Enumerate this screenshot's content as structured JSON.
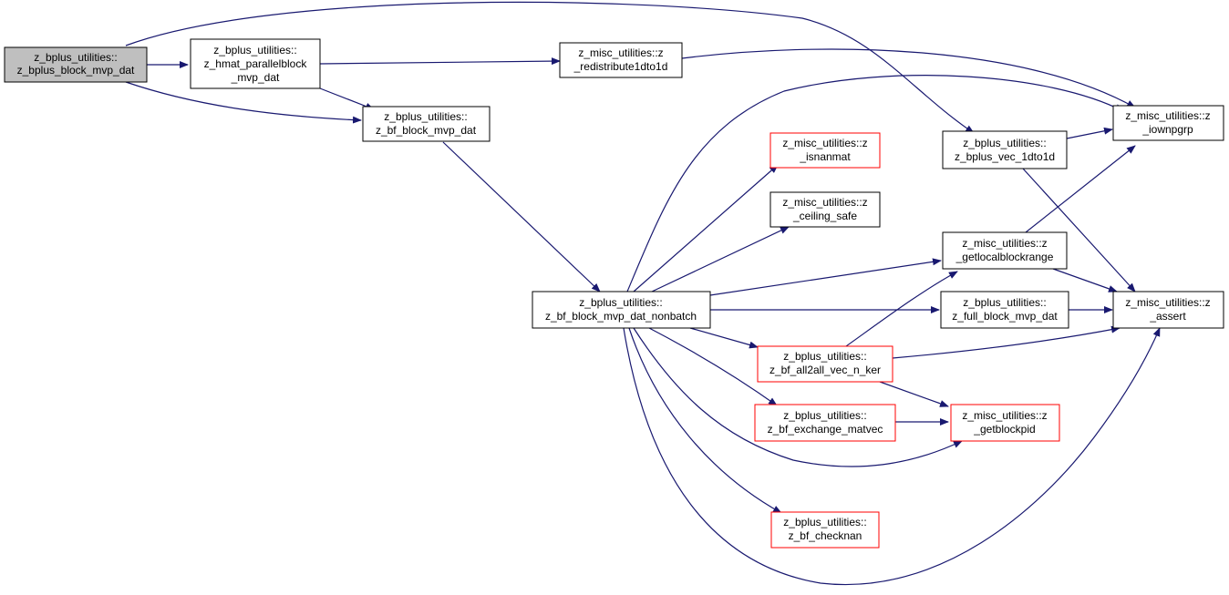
{
  "colors": {
    "edge": "#191970",
    "node_border": "#000000",
    "node_border_undocumented": "#ff0000",
    "node_fill": "#ffffff",
    "node_fill_root": "#bfbfbf"
  },
  "nodes": {
    "root": {
      "line1": "z_bplus_utilities::",
      "line2": "z_bplus_block_mvp_dat",
      "style": "root"
    },
    "hmat_parallel": {
      "line1": "z_bplus_utilities::",
      "line2": "z_hmat_parallelblock",
      "line3": "_mvp_dat",
      "style": "normal"
    },
    "redistribute": {
      "line1": "z_misc_utilities::z",
      "line2": "_redistribute1dto1d",
      "style": "normal"
    },
    "bf_block": {
      "line1": "z_bplus_utilities::",
      "line2": "z_bf_block_mvp_dat",
      "style": "normal"
    },
    "nonbatch": {
      "line1": "z_bplus_utilities::",
      "line2": "z_bf_block_mvp_dat_nonbatch",
      "style": "normal"
    },
    "isnanmat": {
      "line1": "z_misc_utilities::z",
      "line2": "_isnanmat",
      "style": "red"
    },
    "ceiling": {
      "line1": "z_misc_utilities::z",
      "line2": "_ceiling_safe",
      "style": "normal"
    },
    "vec1dto1d": {
      "line1": "z_bplus_utilities::",
      "line2": "z_bplus_vec_1dto1d",
      "style": "normal"
    },
    "iownpgrp": {
      "line1": "z_misc_utilities::z",
      "line2": "_iownpgrp",
      "style": "normal"
    },
    "getlocal": {
      "line1": "z_misc_utilities::z",
      "line2": "_getlocalblockrange",
      "style": "normal"
    },
    "full_block": {
      "line1": "z_bplus_utilities::",
      "line2": "z_full_block_mvp_dat",
      "style": "normal"
    },
    "assert": {
      "line1": "z_misc_utilities::z",
      "line2": "_assert",
      "style": "normal"
    },
    "all2all": {
      "line1": "z_bplus_utilities::",
      "line2": "z_bf_all2all_vec_n_ker",
      "style": "red"
    },
    "exchange": {
      "line1": "z_bplus_utilities::",
      "line2": "z_bf_exchange_matvec",
      "style": "red"
    },
    "getblockpid": {
      "line1": "z_misc_utilities::z",
      "line2": "_getblockpid",
      "style": "red"
    },
    "checknan": {
      "line1": "z_bplus_utilities::",
      "line2": "z_bf_checknan",
      "style": "red"
    }
  },
  "edges": [
    [
      "root",
      "hmat_parallel"
    ],
    [
      "root",
      "bf_block"
    ],
    [
      "root",
      "vec1dto1d"
    ],
    [
      "hmat_parallel",
      "redistribute"
    ],
    [
      "hmat_parallel",
      "bf_block"
    ],
    [
      "redistribute",
      "iownpgrp"
    ],
    [
      "bf_block",
      "nonbatch"
    ],
    [
      "nonbatch",
      "iownpgrp"
    ],
    [
      "nonbatch",
      "isnanmat"
    ],
    [
      "nonbatch",
      "ceiling"
    ],
    [
      "nonbatch",
      "getlocal"
    ],
    [
      "nonbatch",
      "full_block"
    ],
    [
      "nonbatch",
      "all2all"
    ],
    [
      "nonbatch",
      "exchange"
    ],
    [
      "nonbatch",
      "getblockpid"
    ],
    [
      "nonbatch",
      "checknan"
    ],
    [
      "nonbatch",
      "assert"
    ],
    [
      "vec1dto1d",
      "iownpgrp"
    ],
    [
      "vec1dto1d",
      "assert"
    ],
    [
      "getlocal",
      "iownpgrp"
    ],
    [
      "getlocal",
      "assert"
    ],
    [
      "full_block",
      "assert"
    ],
    [
      "all2all",
      "getlocal"
    ],
    [
      "all2all",
      "assert"
    ],
    [
      "all2all",
      "getblockpid"
    ],
    [
      "exchange",
      "getblockpid"
    ]
  ]
}
